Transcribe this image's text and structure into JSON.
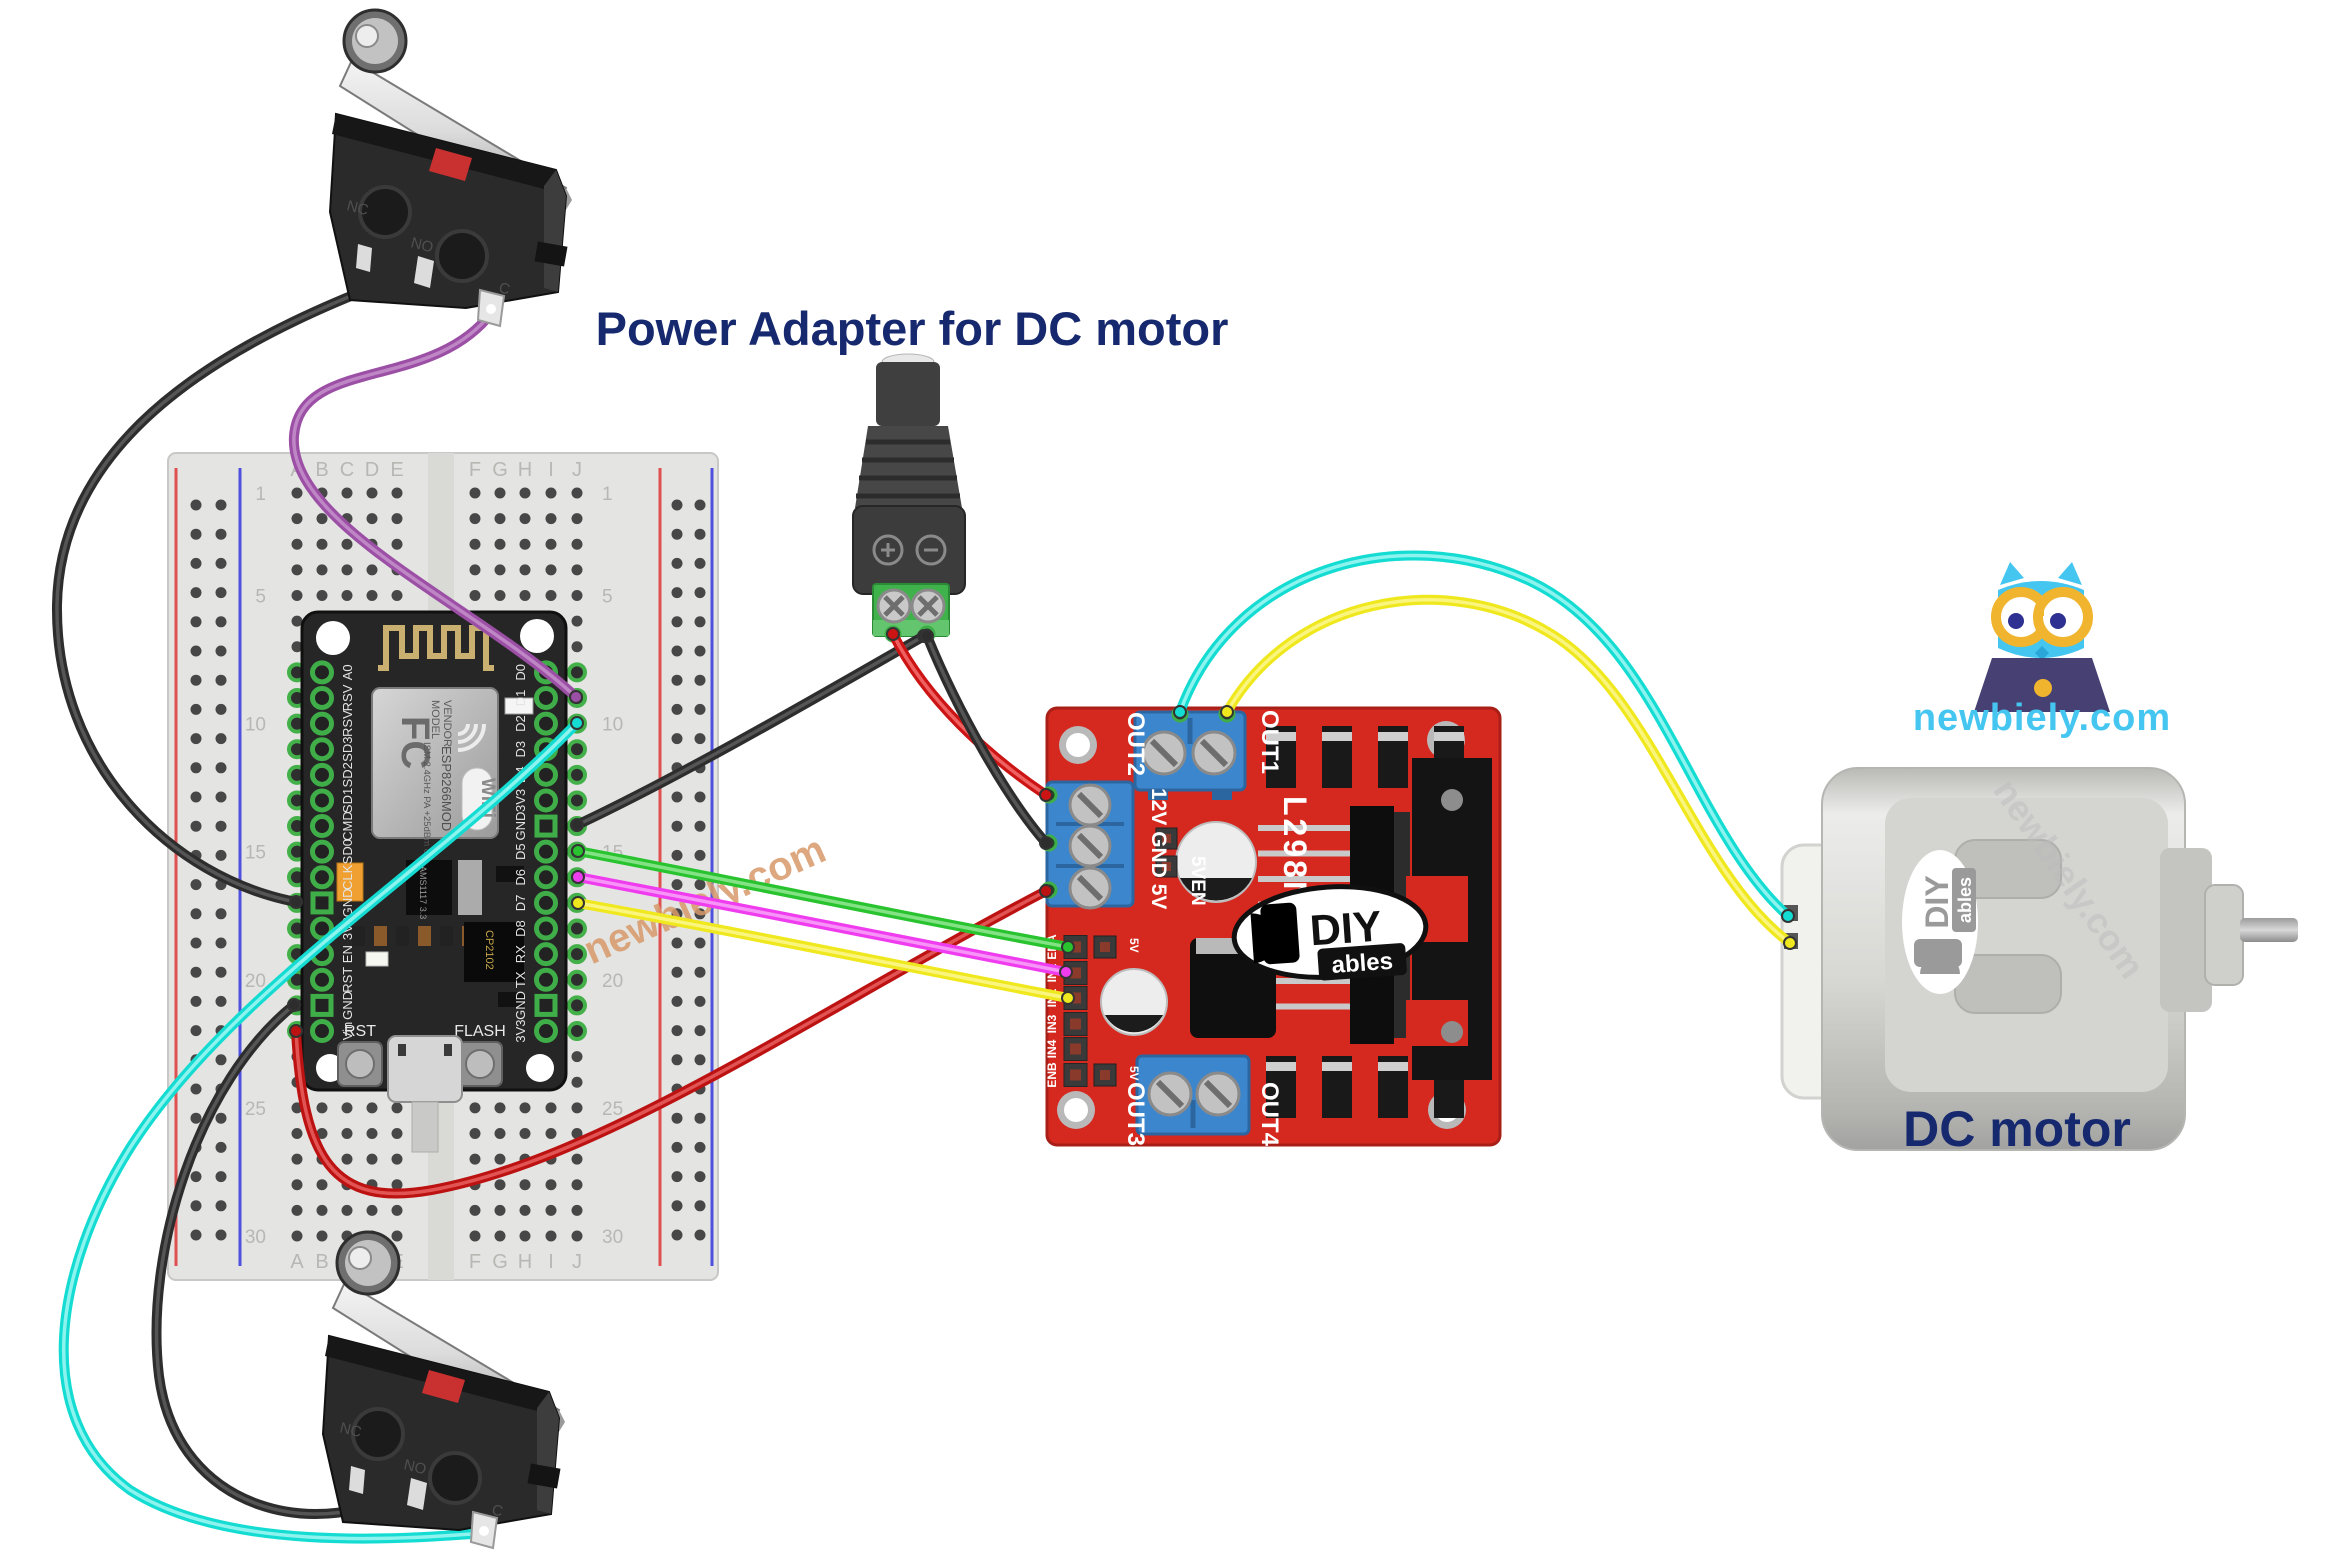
{
  "labels": {
    "power_adapter": "Power Adapter for DC motor",
    "dc_motor": "DC motor"
  },
  "branding": {
    "site": "newbiely.com",
    "watermark_breadboard": "newbiely.com",
    "watermark_motor": "newbiely.com"
  },
  "breadboard": {
    "left_columns": [
      "A",
      "B",
      "C",
      "D",
      "E"
    ],
    "right_columns": [
      "F",
      "G",
      "H",
      "I",
      "J"
    ],
    "row_markers": [
      1,
      5,
      10,
      15,
      20,
      25,
      30
    ]
  },
  "nodemcu": {
    "left_pins": [
      "A0",
      "RSV",
      "RSV",
      "SD3",
      "SD2",
      "SD1",
      "CMD",
      "SD0",
      "CLK",
      "GND",
      "3V3",
      "EN",
      "RST",
      "GND",
      "Vin"
    ],
    "right_pins": [
      "D0",
      "D1",
      "D2",
      "D3",
      "D4",
      "3V3",
      "GND",
      "D5",
      "D6",
      "D7",
      "D8",
      "RX",
      "TX",
      "GND",
      "3V3"
    ],
    "buttons": {
      "reset": "RST",
      "flash": "FLASH"
    },
    "shield": {
      "fcc": "FC",
      "model": "MODEL",
      "vendor": "VENDOR",
      "module": "ESP8266MOD",
      "wifi_badge": "WiFi",
      "specs": "ISM 2.4GHz PA +25dBm 802.11b/g/n"
    },
    "chips": {
      "regulator": "AMS1117 3.3",
      "usb_uart": "CP2102"
    }
  },
  "l298n": {
    "silkscreen": {
      "out1": "OUT1",
      "out2": "OUT2",
      "out3": "OUT3",
      "out4": "OUT4",
      "power_pins": "12V GND 5V",
      "jumper": "5VEN",
      "jumper_5v": "5V",
      "chip": "L298N",
      "header": [
        "ENA",
        "IN1",
        "IN2",
        "IN3",
        "IN4",
        "ENB"
      ]
    },
    "logo": {
      "diy": "DIY",
      "ables": "ables"
    }
  },
  "limit_switch": {
    "terminals": [
      "NC",
      "NO",
      "C"
    ]
  },
  "adapter": {
    "plus": "+",
    "minus": "−"
  },
  "wires": [
    {
      "name": "top-switch-gnd",
      "from": "top limit switch NO",
      "to": "breadboard GND rail row",
      "color": "#2d2d2d",
      "core": "#555555"
    },
    {
      "name": "top-switch-d1",
      "from": "top limit switch C",
      "to": "NodeMCU D1",
      "color": "#9b4fa5",
      "core": "#bf86c6"
    },
    {
      "name": "d2-bottom-switch",
      "from": "NodeMCU D2",
      "to": "bottom limit switch C",
      "color": "#14dcd2",
      "core": "#8cf3ee"
    },
    {
      "name": "bottom-switch-gnd",
      "from": "bottom limit switch NO",
      "to": "breadboard GND row",
      "color": "#2d2d2d",
      "core": "#555555"
    },
    {
      "name": "vin-5v",
      "from": "NodeMCU Vin",
      "to": "L298N 5V",
      "color": "#bc1212",
      "core": "#e25454"
    },
    {
      "name": "gnd-adapter",
      "from": "NodeMCU GND",
      "to": "adapter minus terminal",
      "color": "#2d2d2d",
      "core": "#555555"
    },
    {
      "name": "adapter-12v",
      "from": "adapter plus terminal",
      "to": "L298N 12V",
      "color": "#cc1414",
      "core": "#ef6060"
    },
    {
      "name": "adapter-gnd",
      "from": "adapter minus terminal",
      "to": "L298N GND",
      "color": "#2d2d2d",
      "core": "#555555"
    },
    {
      "name": "d5-ena",
      "from": "NodeMCU D5",
      "to": "L298N ENA",
      "color": "#28c32f",
      "core": "#83e284"
    },
    {
      "name": "d6-in1",
      "from": "NodeMCU D6",
      "to": "L298N IN1",
      "color": "#ee3cee",
      "core": "#f893f8"
    },
    {
      "name": "d7-in2",
      "from": "NodeMCU D7",
      "to": "L298N IN2",
      "color": "#f0e81e",
      "core": "#faf57f"
    },
    {
      "name": "out2-motor",
      "from": "L298N OUT2",
      "to": "DC motor terminal 1",
      "color": "#14dcd2",
      "core": "#8cf3ee"
    },
    {
      "name": "out1-motor",
      "from": "L298N OUT1",
      "to": "DC motor terminal 2",
      "color": "#f0e81e",
      "core": "#faf57f"
    }
  ],
  "colors": {
    "title_navy": "#16296e",
    "brand_cyan": "#45c6f1",
    "board_red": "#d5281f",
    "terminal_blue": "#3c86cd",
    "breadboard": "#e4e4e2",
    "watermark_orange": "#d89a6a"
  }
}
